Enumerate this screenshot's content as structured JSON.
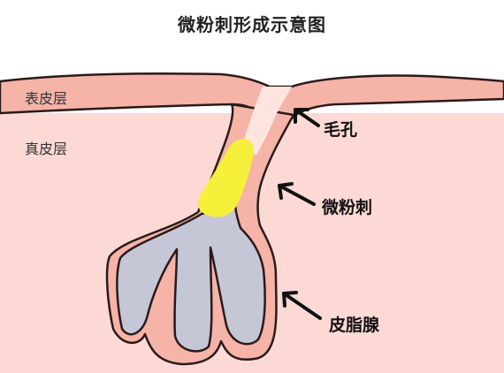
{
  "title": "微粉刺形成示意图",
  "layers": {
    "epidermis": "表皮层",
    "dermis": "真皮层"
  },
  "callouts": {
    "pore": "毛孔",
    "microcomedone": "微粉刺",
    "sebaceous_gland": "皮脂腺"
  },
  "colors": {
    "dermis": "#fcd9d4",
    "epidermis": "#f6b3a8",
    "outline": "#2a1a1a",
    "gland_fill": "#c6c7d6",
    "follicle_lumen": "#fde4df",
    "microcomedone": "#f5f03a"
  }
}
